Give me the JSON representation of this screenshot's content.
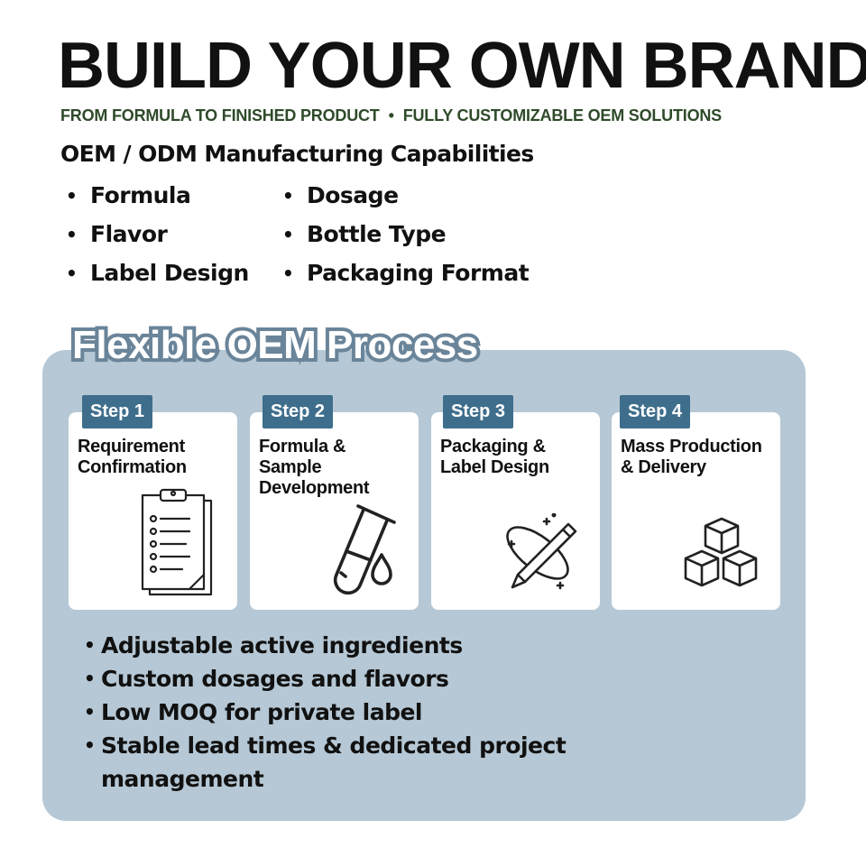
{
  "header": {
    "title": "BUILD YOUR OWN BRAND",
    "subtitle_left": "FROM FORMULA TO FINISHED PRODUCT",
    "subtitle_sep": "•",
    "subtitle_right": "FULLY CUSTOMIZABLE OEM SOLUTIONS"
  },
  "capabilities": {
    "heading": "OEM / ODM Manufacturing Capabilities",
    "column_1": [
      "Formula",
      "Flavor",
      "Label Design"
    ],
    "column_2": [
      "Dosage",
      "Bottle Type",
      "Packaging Format"
    ]
  },
  "process": {
    "title": "Flexible OEM Process",
    "steps": [
      {
        "badge": "Step 1",
        "title": "Requirement\nConfirmation",
        "icon": "clipboard-checklist-icon"
      },
      {
        "badge": "Step 2",
        "title": "Formula &\nSample\nDevelopment",
        "icon": "test-tube-icon"
      },
      {
        "badge": "Step 3",
        "title": "Packaging &\nLabel Design",
        "icon": "pencil-design-icon"
      },
      {
        "badge": "Step 4",
        "title": "Mass Production\n& Delivery",
        "icon": "boxes-icon"
      }
    ],
    "benefits": [
      "Adjustable active ingredients",
      "Custom dosages and flavors",
      "Low MOQ for private label",
      "Stable lead times & dedicated project management"
    ]
  },
  "colors": {
    "panel": "#b6c8d5",
    "badge": "#3e6e8c",
    "subtitle": "#2f4a2a",
    "title_outline": "#6a8499"
  }
}
